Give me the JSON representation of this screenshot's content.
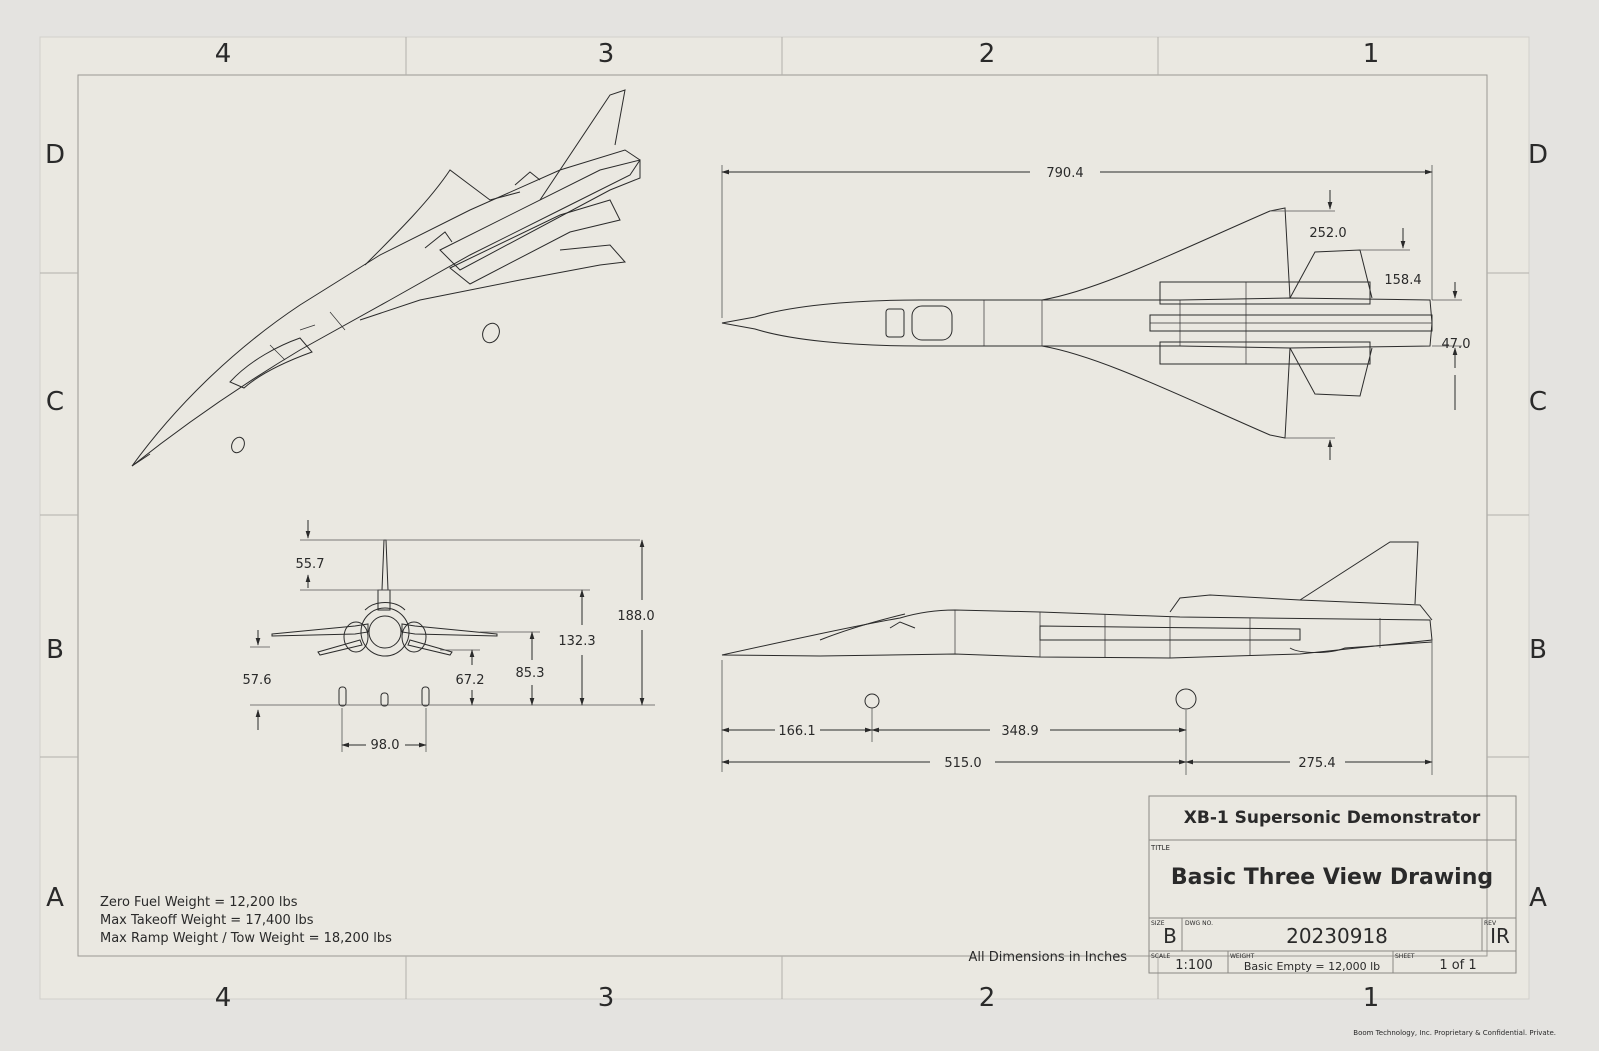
{
  "zone_columns": [
    "4",
    "3",
    "2",
    "1"
  ],
  "zone_rows": [
    "D",
    "C",
    "B",
    "A"
  ],
  "dimensions": {
    "top_length": "790.4",
    "top_span_half": "252.0",
    "top_tail_width": "158.4",
    "top_nozzle": "47.0",
    "front_fin_height": "55.7",
    "front_overall_height": "188.0",
    "front_wing_height": "132.3",
    "front_body_height": "85.3",
    "front_gear_height": "67.2",
    "front_ground_clearance": "57.6",
    "front_track": "98.0",
    "side_nose_to_gear": "166.1",
    "side_wheelbase": "348.9",
    "side_nose_to_main": "515.0",
    "side_main_to_tail": "275.4"
  },
  "weights": {
    "zero_fuel": "Zero Fuel Weight = 12,200 lbs",
    "max_takeoff": "Max Takeoff Weight = 17,400 lbs",
    "max_ramp": "Max Ramp Weight / Tow Weight = 18,200 lbs"
  },
  "units_note": "All Dimensions in Inches",
  "title_block": {
    "project": "XB-1 Supersonic Demonstrator",
    "title_label": "TITLE",
    "title": "Basic Three View Drawing",
    "size_label": "SIZE",
    "size": "B",
    "dwg_label": "DWG NO.",
    "dwg_no": "20230918",
    "rev_label": "REV",
    "rev": "IR",
    "scale_label": "SCALE",
    "scale": "1:100",
    "weight_label": "WEIGHT",
    "weight": "Basic Empty = 12,000 lb",
    "sheet_label": "SHEET",
    "sheet": "1 of 1"
  },
  "footer": "Boom Technology, Inc. Proprietary & Confidential. Private.",
  "colors": {
    "paper": "#eae8e1",
    "ink": "#2a2a2a",
    "background": "#e4e3e0"
  }
}
